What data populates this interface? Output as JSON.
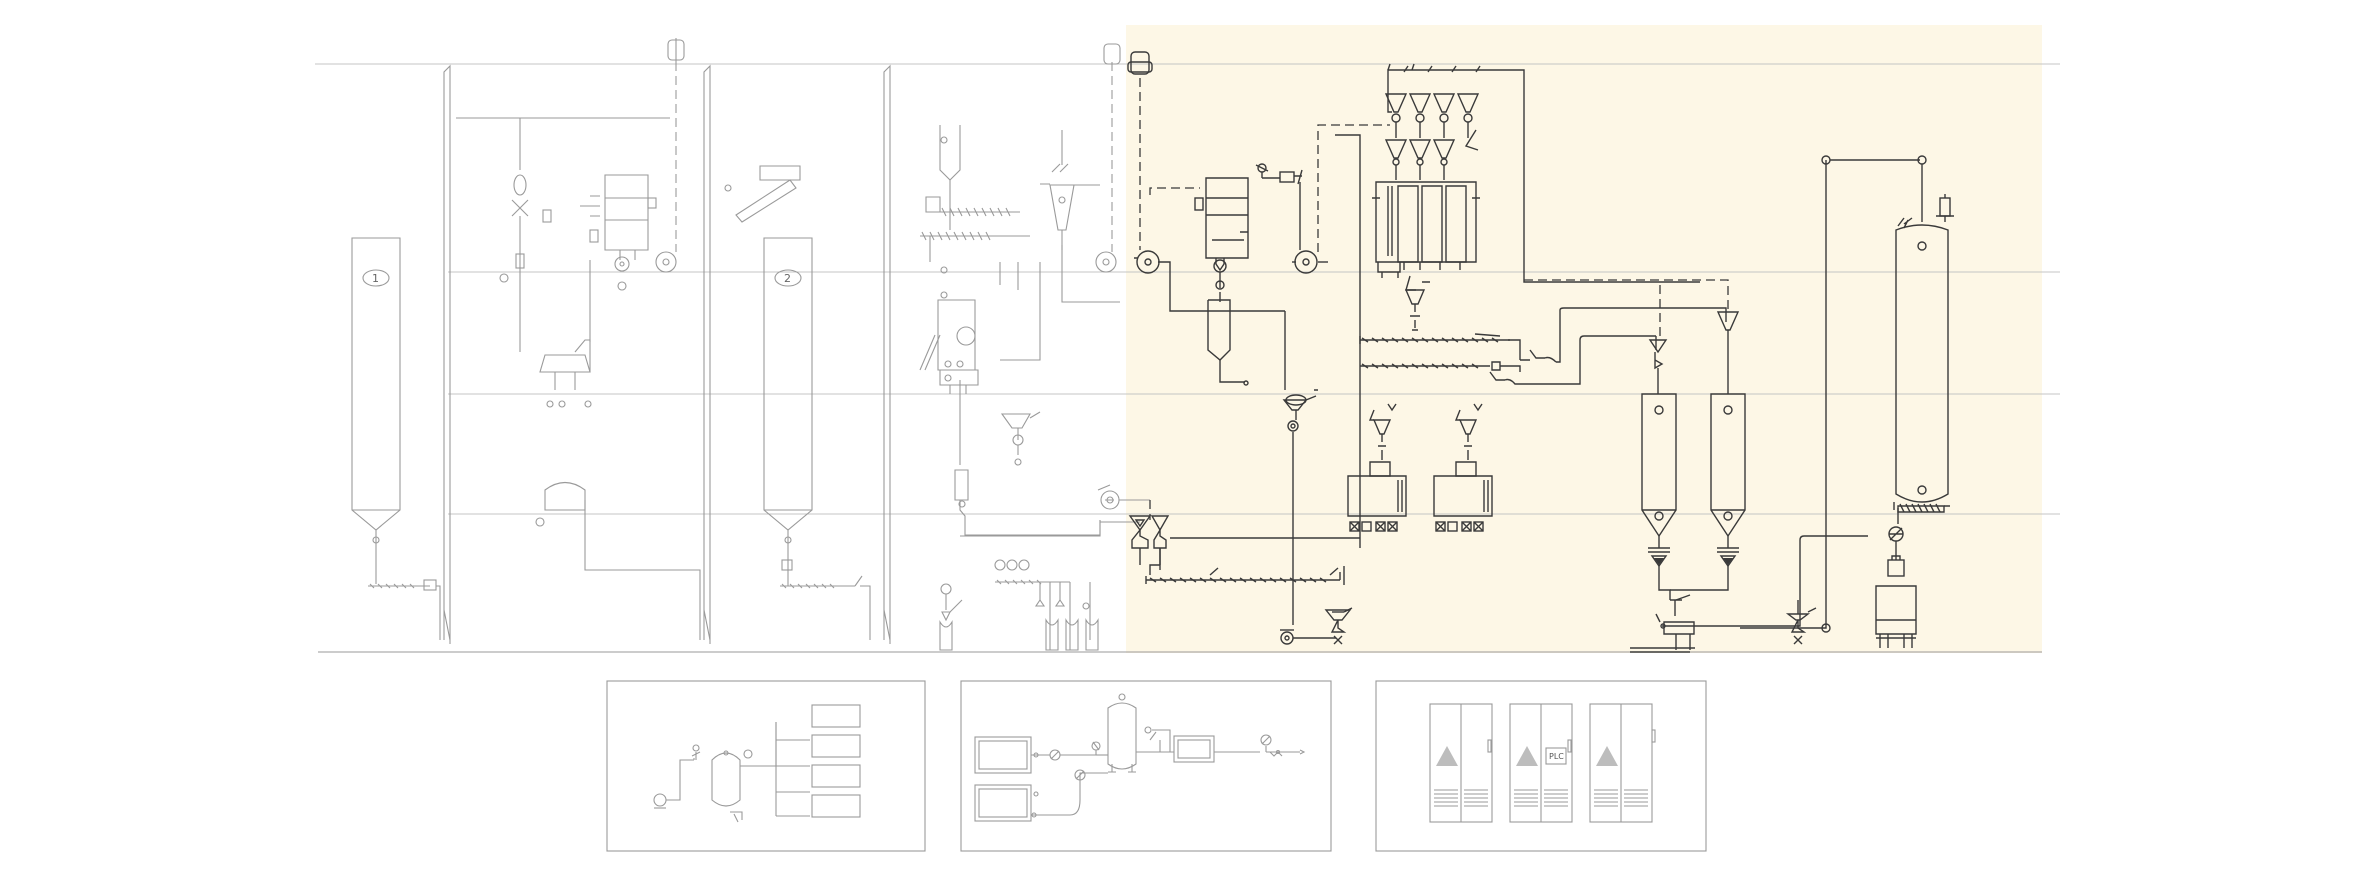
{
  "colors": {
    "highlight_zone": "#fdf7e6",
    "line_light": "#9a9a9a",
    "line_dark": "#3a3a3a",
    "cabinet_triangle": "#bdbdbd"
  },
  "labels": {
    "storage_tank_1": "1",
    "storage_tank_2": "2",
    "plc": "PLC"
  }
}
